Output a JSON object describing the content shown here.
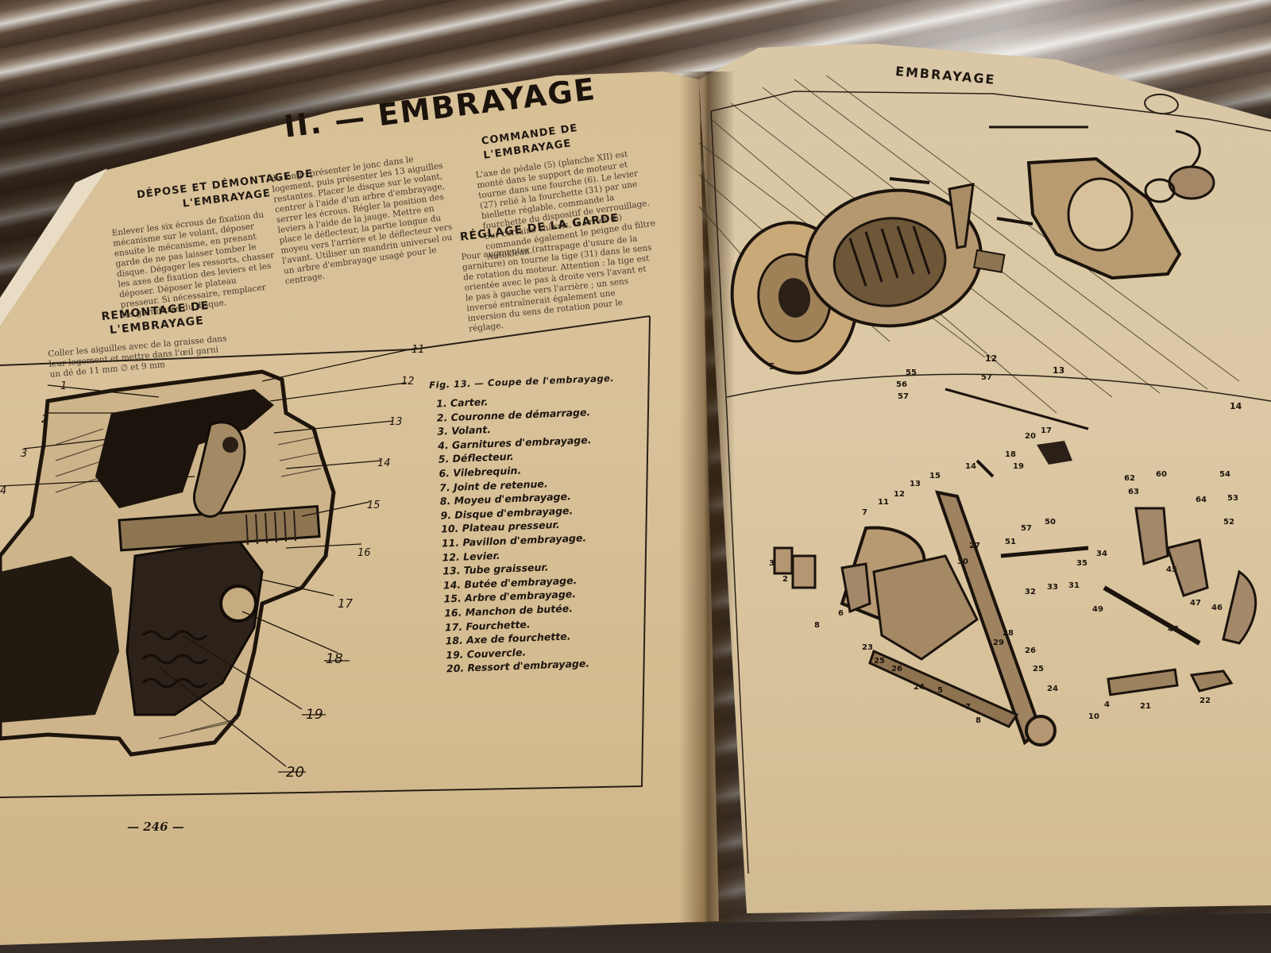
{
  "left_page": {
    "chapter_title": "II. — EMBRAYAGE",
    "sections": {
      "depose": "DÉPOSE ET DÉMONTAGE DE L'EMBRAYAGE",
      "remontage": "REMONTAGE DE L'EMBRAYAGE",
      "commande": "COMMANDE DE L'EMBRAYAGE",
      "reglage": "RÉGLAGE DE LA GARDE"
    },
    "text": {
      "depose_body": "Enlever les six écrous de fixation du mécanisme sur le volant, déposer ensuite le mécanisme, en prenant garde de ne pas laisser tomber le disque. Dégager les ressorts, chasser les axes de fixation des leviers et les déposer. Déposer le plateau presseur. Si nécessaire, remplacer les garnitures du disque.",
      "remontage_body": "Coller les aiguilles avec de la graisse dans leur logement et mettre dans l'œil garni un dé de 11 mm ∅ et 9 mm",
      "col2_body": "de long : présenter le jonc dans le logement, puis présenter les 13 aiguilles restantes. Placer le disque sur le volant, centrer à l'aide d'un arbre d'embrayage, serrer les écrous. Régler la position des leviers à l'aide de la jauge. Mettre en place le déflecteur, la partie longue du moyeu vers l'arrière et le déflecteur vers l'avant. Utiliser un mandrin universel ou un arbre d'embrayage usagé pour le centrage.",
      "commande_body": "L'axe de pédale (5) (planche XII) est monté dans le support de moteur et tourne dans une fourche (6). Le levier (27) relié à la fourchette (31) par une biellette réglable, commande la fourchette du dispositif de verrouillage. Sur certains châssis, le levier (6) commande également le peigne du filtre Autoklean.",
      "reglage_body": "Pour augmenter (rattrapage d'usure de la garniture) on tourne la tige (31) dans le sens de rotation du moteur. Attention : la tige est orientée avec le pas à droite vers l'avant et le pas à gauche vers l'arrière ; un sens inversé entraînerait également une inversion du sens de rotation pour le réglage."
    },
    "figure_caption": "Fig. 13. — Coupe de l'embrayage.",
    "legend": [
      "1. Carter.",
      "2. Couronne de démarrage.",
      "3. Volant.",
      "4. Garnitures d'embrayage.",
      "5. Déflecteur.",
      "6. Vilebrequin.",
      "7. Joint de retenue.",
      "8. Moyeu d'embrayage.",
      "9. Disque d'embrayage.",
      "10. Plateau presseur.",
      "11. Pavillon d'embrayage.",
      "12. Levier.",
      "13. Tube graisseur.",
      "14. Butée d'embrayage.",
      "15. Arbre d'embrayage.",
      "16. Manchon de butée.",
      "17. Fourchette.",
      "18. Axe de fourchette.",
      "19. Couvercle.",
      "20. Ressort d'embrayage."
    ],
    "callouts": [
      "1",
      "2",
      "3",
      "4",
      "11",
      "12",
      "13",
      "14",
      "15",
      "16",
      "17",
      "18",
      "19",
      "20"
    ],
    "page_number": "— 246 —"
  },
  "right_page": {
    "header": "EMBRAYAGE",
    "top_callouts": [
      "12",
      "13",
      "5",
      "14"
    ],
    "bottom_callouts": [
      "55",
      "56",
      "57",
      "57",
      "17",
      "20",
      "18",
      "19",
      "15",
      "14",
      "13",
      "12",
      "11",
      "7",
      "27",
      "30",
      "3",
      "2",
      "6",
      "8",
      "51",
      "57",
      "50",
      "35",
      "34",
      "32",
      "33",
      "31",
      "49",
      "43",
      "45",
      "47",
      "46",
      "23",
      "25",
      "26",
      "24",
      "29",
      "28",
      "26",
      "25",
      "24",
      "5",
      "7",
      "8",
      "10",
      "4",
      "21",
      "22",
      "54",
      "53",
      "52",
      "60",
      "62",
      "63",
      "64"
    ]
  },
  "colors": {
    "paper_left": "#d7bf95",
    "paper_right": "#d9c7a6",
    "ink": "#1e1610",
    "table_dark": "#4d3b2e",
    "table_light": "#d6d2cc"
  }
}
